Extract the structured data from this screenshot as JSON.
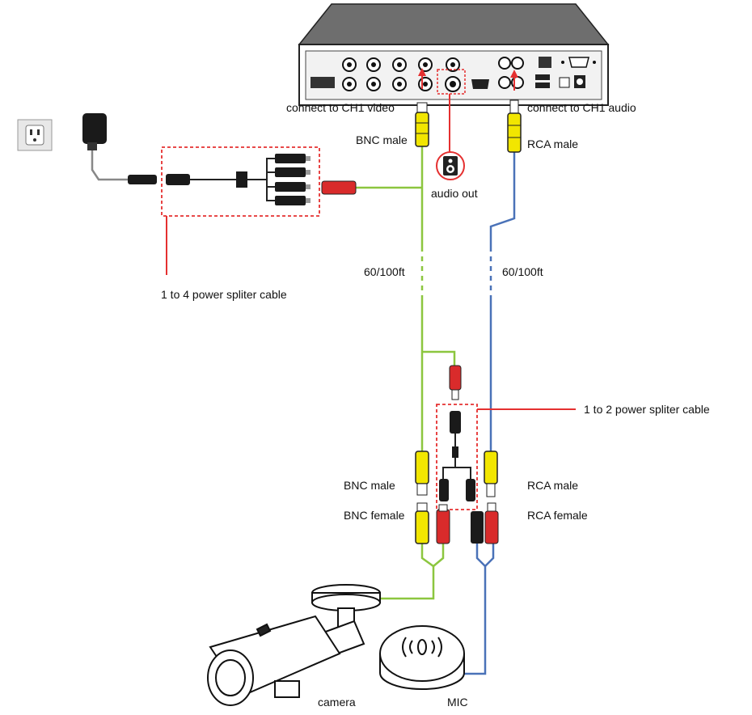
{
  "labels": {
    "ch1_video": "connect to CH1  video",
    "ch1_audio": "connect to CH1  audio",
    "bnc_male_top": "BNC male",
    "rca_male_top": "RCA male",
    "audio_out": "audio out",
    "splitter_4": "1 to 4 power spliter cable",
    "length_video": "60/100ft",
    "length_audio": "60/100ft",
    "splitter_2": "1 to 2 power spliter cable",
    "bnc_male_bottom": "BNC male",
    "bnc_female": "BNC female",
    "rca_male_bottom": "RCA male",
    "rca_female": "RCA female",
    "camera": "camera",
    "mic": "MIC"
  },
  "colors": {
    "video_cable": "#8cc63f",
    "audio_cable": "#4a72b8",
    "callout": "#e53030",
    "connector_yellow": "#f2e600",
    "connector_red": "#d92b2b",
    "dvr_body": "#6b6b6b"
  }
}
